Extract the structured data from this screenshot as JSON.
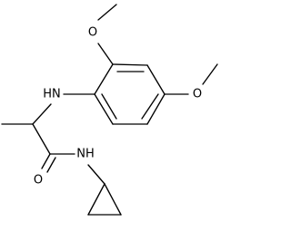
{
  "molecule": {
    "atoms": {
      "o_top": "O",
      "nh_amine": "HN",
      "o_right": "O",
      "o_carbonyl": "O",
      "nh_amide": "NH"
    }
  }
}
